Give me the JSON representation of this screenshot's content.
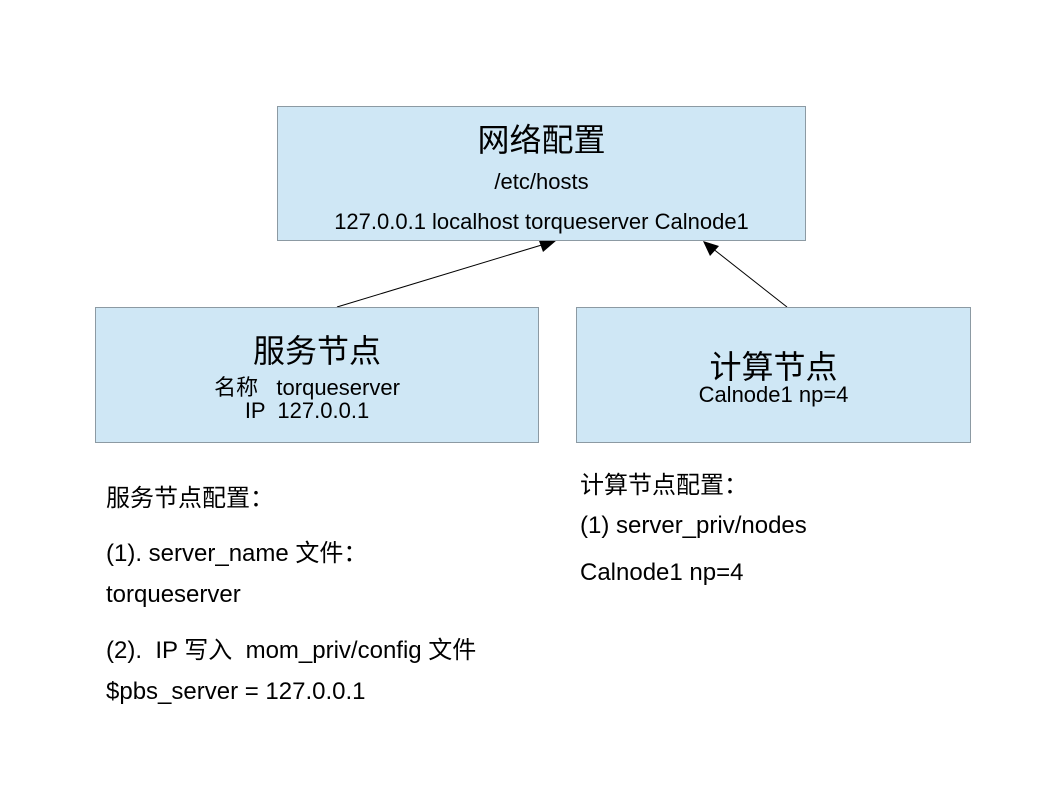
{
  "network_box": {
    "title": "网络配置",
    "path": "/etc/hosts",
    "entry": "127.0.0.1 localhost torqueserver Calnode1"
  },
  "service_box": {
    "title": "服务节点",
    "name_line": "名称   torqueserver",
    "ip_line": "IP  127.0.0.1"
  },
  "compute_box": {
    "title": "计算节点",
    "node_line": "Calnode1 np=4"
  },
  "service_notes": [
    "服务节点配置：",
    "(1). server_name 文件：",
    "torqueserver",
    "(2).  IP 写入  mom_priv/config 文件",
    "$pbs_server = 127.0.0.1"
  ],
  "compute_notes": [
    "计算节点配置：",
    "(1) server_priv/nodes",
    "Calnode1 np=4"
  ],
  "colors": {
    "box_fill": "#cfe7f5",
    "box_border": "#8c9aa3",
    "arrow": "#000000"
  }
}
